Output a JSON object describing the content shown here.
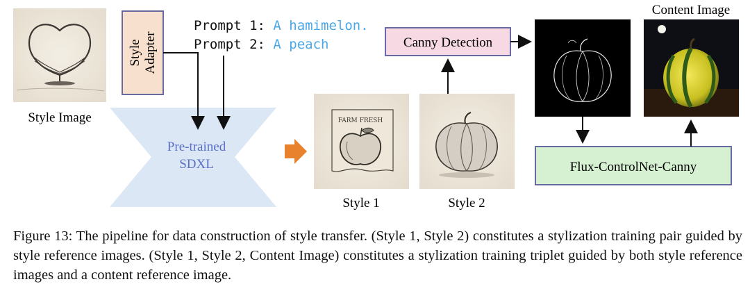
{
  "diagram": {
    "style_image_label": "Style Image",
    "style_adapter_label_line1": "Style",
    "style_adapter_label_line2": "Adapter",
    "prompt1_prefix": "Prompt 1: ",
    "prompt1_text": "A hamimelon.",
    "prompt2_prefix": "Prompt 2: ",
    "prompt2_text": "A peach",
    "sdxl_label_line1": "Pre-trained",
    "sdxl_label_line2": "SDXL",
    "style1_label": "Style 1",
    "style2_label": "Style 2",
    "farm_fresh_text": "FARM FRESH",
    "canny_label": "Canny Detection",
    "content_image_label": "Content Image",
    "flux_label": "Flux-ControlNet-Canny",
    "colors": {
      "adapter_fill": "#f8e0cf",
      "adapter_stroke": "#5b5b9a",
      "canny_fill": "#f7d9e3",
      "canny_stroke": "#5b5b9a",
      "flux_fill": "#d6f0d2",
      "flux_stroke": "#5b5b9a",
      "sdxl_fill": "#dbe7f5",
      "sdxl_text": "#5a6fc7",
      "prompt_text": "#4aa8e8",
      "orange_arrow": "#e8822c"
    }
  },
  "caption": {
    "text": "Figure 13: The pipeline for data construction of style transfer. (Style 1, Style 2) constitutes a stylization training pair guided by style reference images. (Style 1, Style 2, Content Image) constitutes a stylization training triplet guided by both style reference images and a content reference image."
  }
}
